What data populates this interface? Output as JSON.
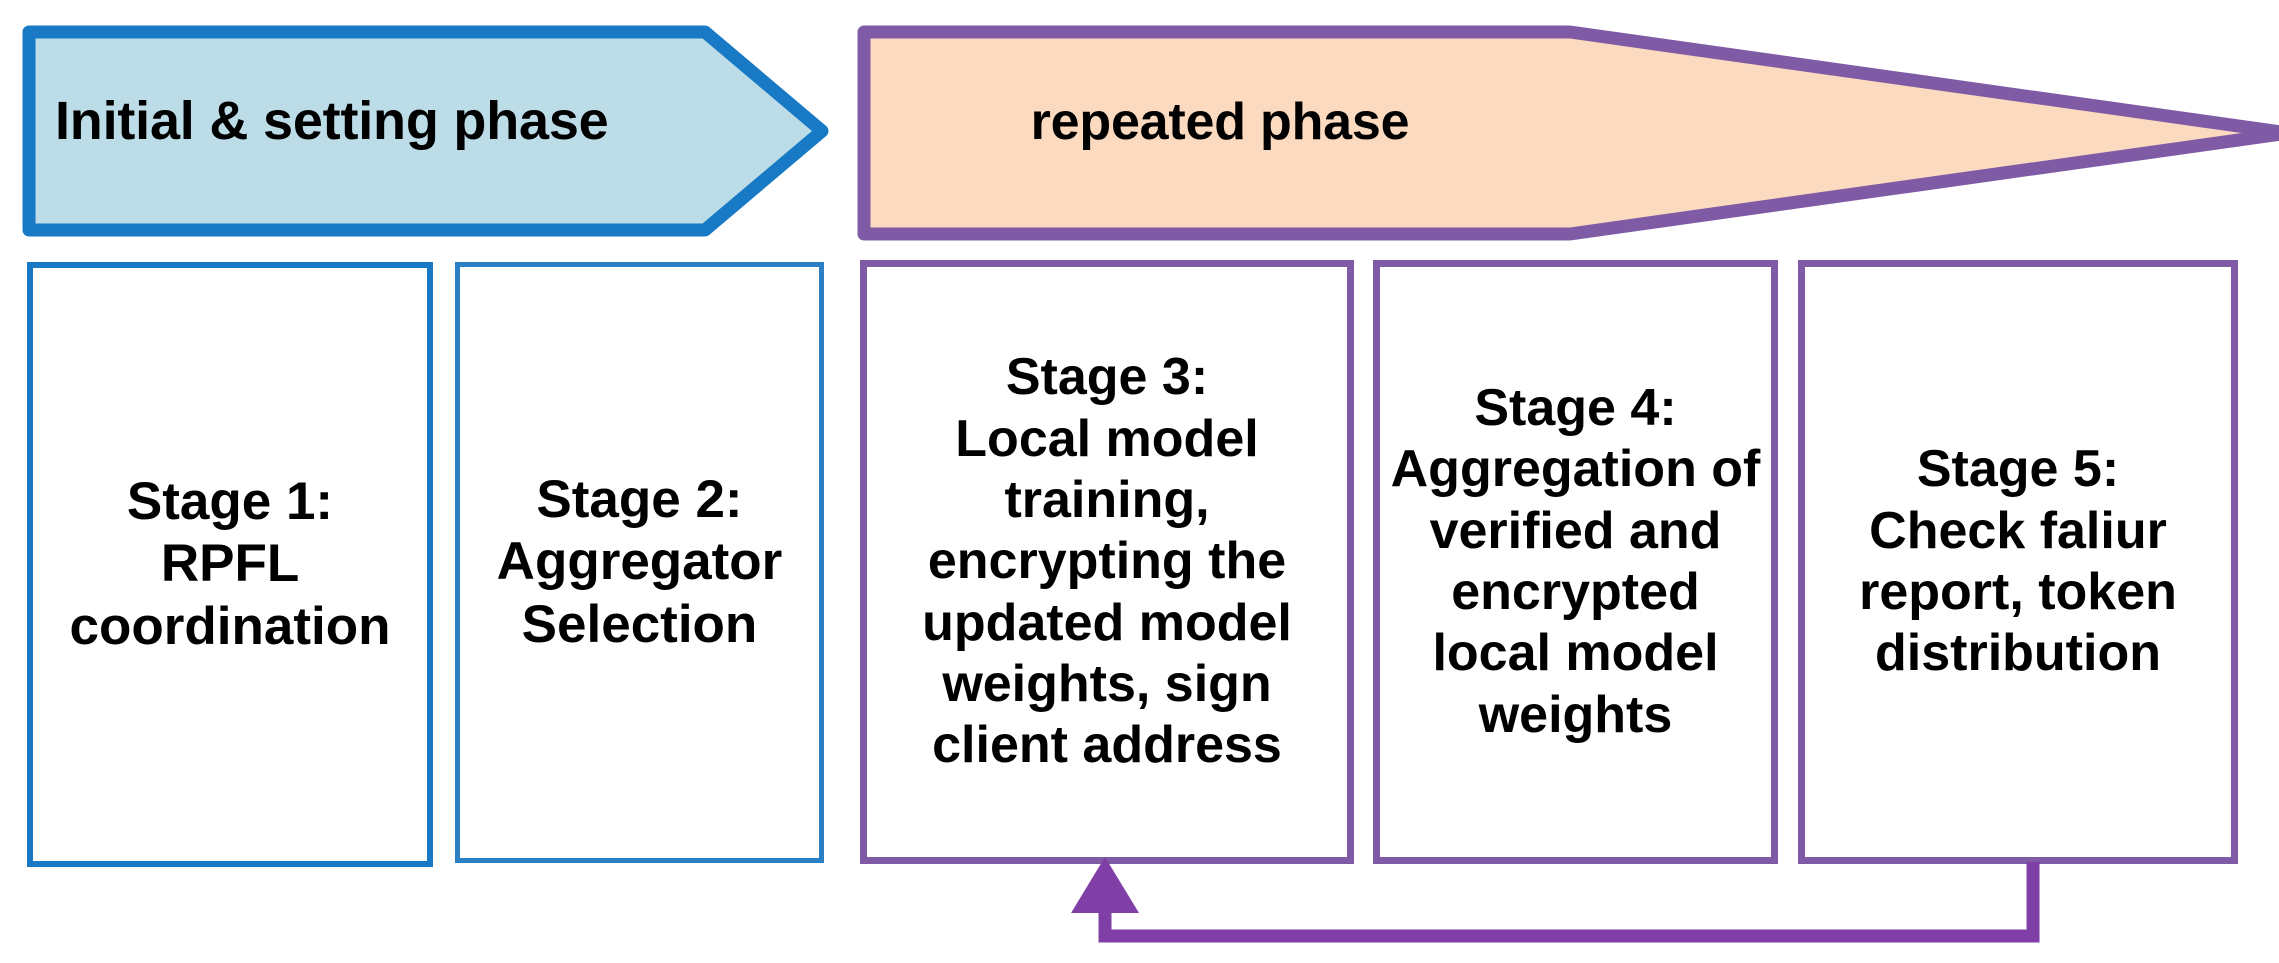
{
  "diagram": {
    "title_visible": false,
    "banners": [
      {
        "id": "initial-setting-phase",
        "label": "Initial & setting phase",
        "shape": "pentagon-arrow-right",
        "fill": "#bcdde8",
        "stroke": "#1879c4"
      },
      {
        "id": "repeated-phase",
        "label": "repeated phase",
        "shape": "pentagon-arrow-right",
        "fill": "#fbdabf",
        "stroke": "#7f5ba6"
      }
    ],
    "stages": [
      {
        "id": "stage-1",
        "label": "Stage 1:\nRPFL\ncoordination",
        "phase": "initial-setting-phase",
        "border_color": "#1879c4"
      },
      {
        "id": "stage-2",
        "label": "Stage 2:\nAggregator\nSelection",
        "phase": "initial-setting-phase",
        "border_color": "#2b7fc4"
      },
      {
        "id": "stage-3",
        "label": "Stage 3:\nLocal model training, encrypting the updated model weights, sign client address",
        "phase": "repeated-phase",
        "border_color": "#7f5ba6"
      },
      {
        "id": "stage-4",
        "label": "Stage 4:\nAggregation of verified and encrypted local model weights",
        "phase": "repeated-phase",
        "border_color": "#7f5ba6"
      },
      {
        "id": "stage-5",
        "label": "Stage 5:\nCheck faliur report, token distribution",
        "phase": "repeated-phase",
        "border_color": "#7f5ba6"
      }
    ],
    "feedback_loop": {
      "id": "stage5-to-stage3-loop",
      "from": "stage-5",
      "to": "stage-3",
      "color": "#7f3fa6",
      "arrowhead": "up"
    },
    "colors": {
      "blue_stroke": "#1879c4",
      "blue_fill": "#bcdde8",
      "purple_stroke": "#7f5ba6",
      "purple_arrow": "#7f3fa6",
      "orange_fill": "#fbdabf",
      "text": "#000000",
      "background": "#ffffff"
    }
  }
}
